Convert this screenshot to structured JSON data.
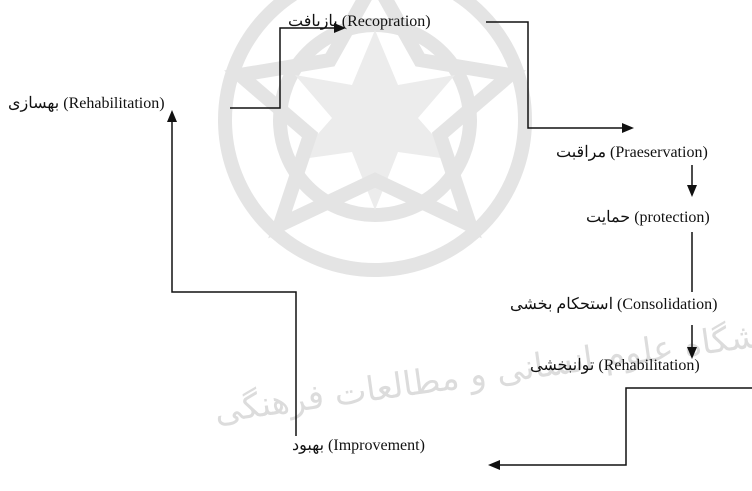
{
  "diagram": {
    "nodes": [
      {
        "id": "recopration",
        "label": "بازیافت (Recopration)"
      },
      {
        "id": "praeservation",
        "label": "مراقبت (Praeservation)"
      },
      {
        "id": "protection",
        "label": "حمایت (protection)"
      },
      {
        "id": "consolidation",
        "label": "استحکام بخشی (Consolidation)"
      },
      {
        "id": "rehabilitation-lower",
        "label": "توانبخشی (Rehabilitation)"
      },
      {
        "id": "improvement",
        "label": "بهبود (Improvement)"
      },
      {
        "id": "rehabilitation-upper",
        "label": "بهسازی (Rehabilitation)"
      }
    ],
    "flow": [
      [
        "rehabilitation-upper",
        "recopration"
      ],
      [
        "recopration",
        "praeservation"
      ],
      [
        "praeservation",
        "protection"
      ],
      [
        "protection",
        "consolidation"
      ],
      [
        "consolidation",
        "rehabilitation-lower"
      ],
      [
        "rehabilitation-lower",
        "improvement"
      ],
      [
        "improvement",
        "rehabilitation-upper"
      ]
    ],
    "watermark": {
      "text": "پژوهشگاه علوم انسانی و مطالعات فرهنگی",
      "color": "#e4e4e4"
    },
    "line_color": "#111111"
  }
}
